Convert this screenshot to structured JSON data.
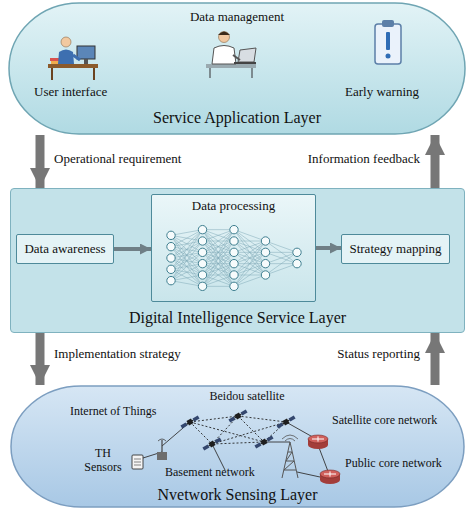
{
  "diagram": {
    "nodes": [
      {
        "text": [
          "Service Application Layer"
        ]
      },
      {
        "text": [
          "Digital Intelligence Service Layer"
        ]
      },
      {
        "text": [
          "Data awareness"
        ],
        "in": 1
      },
      {
        "text": [
          "Data processing"
        ],
        "in": 1
      },
      {
        "text": [
          "Strategy mapping"
        ],
        "in": 1
      },
      {
        "text": [
          "Nvetwork Sensing Layer"
        ]
      }
    ],
    "edges": [
      {
        "from": 0,
        "to": 1,
        "arrow": "to",
        "label": "Operational requirement"
      },
      {
        "from": 1,
        "to": 0,
        "arrow": "to",
        "label": "Information feedback"
      },
      {
        "from": 1,
        "to": 5,
        "arrow": "to",
        "label": "Implementation strategy"
      },
      {
        "from": 5,
        "to": 1,
        "arrow": "to",
        "label": "Status reporting"
      },
      {
        "from": 2,
        "to": 3,
        "arrow": "to"
      },
      {
        "from": 3,
        "to": 4,
        "arrow": "to"
      }
    ],
    "labels": [
      "User interface",
      "Data management",
      "Early warning",
      "Internet of Things",
      "Beidou satellite",
      "Satellite core network",
      "TH Sensors",
      "Public core network",
      "Basement network"
    ]
  }
}
